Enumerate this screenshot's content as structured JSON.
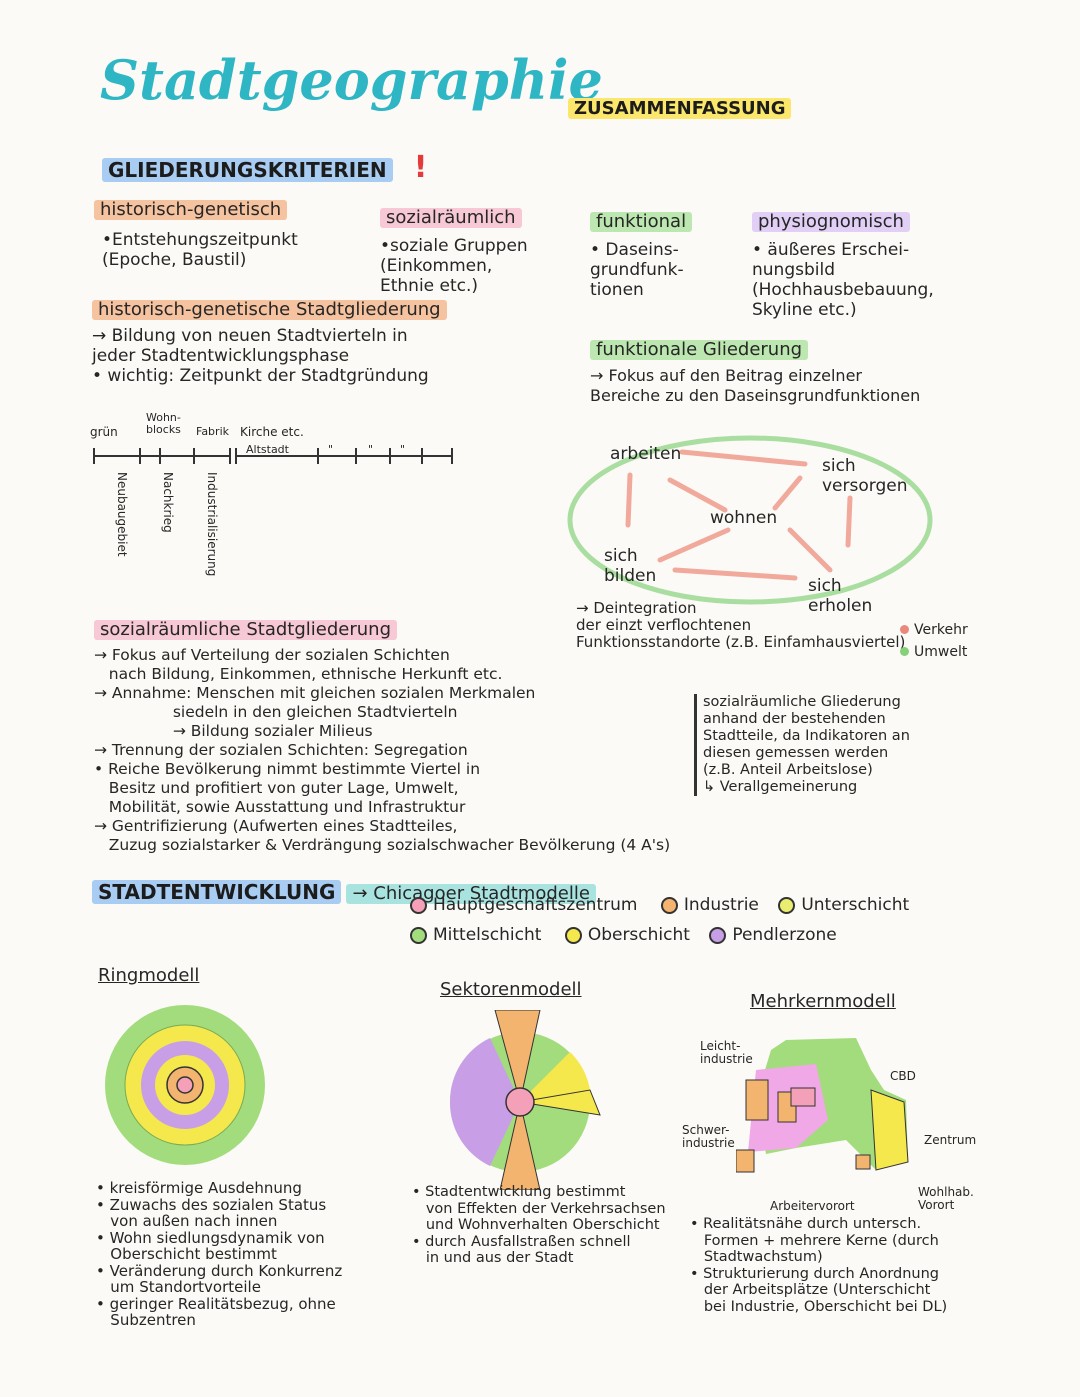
{
  "title": "Stadtgeographie",
  "subtitle": "ZUSAMMENFASSUNG",
  "criteria": {
    "heading": "GLIEDERUNGSKRITERIEN",
    "exclaim": "!",
    "cols": [
      {
        "label": "historisch-genetisch",
        "text": "•Entstehungszeitpunkt\n(Epoche, Baustil)"
      },
      {
        "label": "sozialräumlich",
        "text": "•soziale Gruppen\n(Einkommen,\nEthnie etc.)"
      },
      {
        "label": "funktional",
        "text": "• Daseins-\ngrundfunk-\ntionen"
      },
      {
        "label": "physiognomisch",
        "text": "• äußeres Erschei-\nnungsbild\n(Hochhausbebauung,\nSkyline etc.)"
      }
    ]
  },
  "hist": {
    "heading": "historisch-genetische Stadtgliederung",
    "text": "→ Bildung von neuen Stadtvierteln in\njeder Stadtentwicklungsphase\n• wichtig: Zeitpunkt der Stadtgründung"
  },
  "timeline": {
    "top_labels": [
      "grün",
      "Wohn-\nblocks",
      "Fabrik",
      "Kirche etc."
    ],
    "altstadt": "Altstadt",
    "ditto": [
      "\"",
      "\"",
      "\""
    ],
    "vertical_labels": [
      "Neubaugebiet",
      "Nachkrieg",
      "Industrialisierung"
    ]
  },
  "funk": {
    "heading": "funktionale Gliederung",
    "text": "→ Fokus auf den Beitrag einzelner\nBereiche zu den Daseinsgrundfunktionen",
    "nodes": {
      "arbeiten": "arbeiten",
      "versorgen": "sich\nversorgen",
      "wohnen": "wohnen",
      "bilden": "sich\nbilden",
      "erholen": "sich\nerholen"
    },
    "legend": [
      {
        "label": "Verkehr",
        "color": "#e8897b"
      },
      {
        "label": "Umwelt",
        "color": "#86d07a"
      }
    ],
    "deint": "→ Deintegration\nder einzt verflochtenen\nFunktionsstandorte (z.B. Einfamhausviertel)"
  },
  "sozial": {
    "heading": "sozialräumliche Stadtgliederung",
    "text": "→ Fokus auf Verteilung der sozialen Schichten\n   nach Bildung, Einkommen, ethnische Herkunft etc.\n→ Annahme: Menschen mit gleichen sozialen Merkmalen\n                siedeln in den gleichen Stadtvierteln\n                → Bildung sozialer Milieus\n→ Trennung der sozialen Schichten: Segregation\n• Reiche Bevölkerung nimmt bestimmte Viertel in\n   Besitz und profitiert von guter Lage, Umwelt,\n   Mobilität, sowie Ausstattung und Infrastruktur\n→ Gentrifizierung (Aufwerten eines Stadtteiles,\n   Zuzug sozialstarker & Verdrängung sozialschwacher Bevölkerung (4 A's)",
    "note": "sozialräumliche Gliederung\nanhand der bestehenden\nStadtteile, da Indikatoren an\ndiesen gemessen werden\n(z.B. Anteil Arbeitslose)\n↳ Verallgemeinerung"
  },
  "stadt": {
    "heading": "STADTENTWICKLUNG",
    "subheading": "→ Chicagoer Stadtmodelle",
    "legend": [
      {
        "label": "Hauptgeschäftszentrum",
        "color": "#f4a0b8"
      },
      {
        "label": "Industrie",
        "color": "#f2b46e"
      },
      {
        "label": "Unterschicht",
        "color": "#e9ee70"
      },
      {
        "label": "Mittelschicht",
        "color": "#a3dc7c"
      },
      {
        "label": "Oberschicht",
        "color": "#f5e84c"
      },
      {
        "label": "Pendlerzone",
        "color": "#c89fe6"
      }
    ],
    "models": [
      {
        "name": "Ringmodell",
        "text": "• kreisförmige Ausdehnung\n• Zuwachs des sozialen Status\n   von außen nach innen\n• Wohn siedlungsdynamik von\n   Oberschicht bestimmt\n• Veränderung durch Konkurrenz\n   um Standortvorteile\n• geringer Realitätsbezug, ohne\n   Subzentren"
      },
      {
        "name": "Sektorenmodell",
        "text": "• Stadtentwicklung bestimmt\n   von Effekten der Verkehrsachsen\n   und Wohnverhalten Oberschicht\n• durch Ausfallstraßen schnell\n   in und aus der Stadt"
      },
      {
        "name": "Mehrkernmodell",
        "text": "• Realitätsnähe durch untersch.\n   Formen + mehrere Kerne (durch\n   Stadtwachstum)\n• Strukturierung durch Anordnung\n   der Arbeitsplätze (Unterschicht\n   bei Industrie, Oberschicht bei DL)"
      }
    ],
    "mk_labels": {
      "leicht": "Leicht-\nindustrie",
      "cbd": "CBD",
      "zentrum": "Zentrum",
      "schwer": "Schwer-\nindustrie",
      "wohlhab": "Wohlhab.\nVorort",
      "arbeiter": "Arbeitervorort"
    }
  }
}
